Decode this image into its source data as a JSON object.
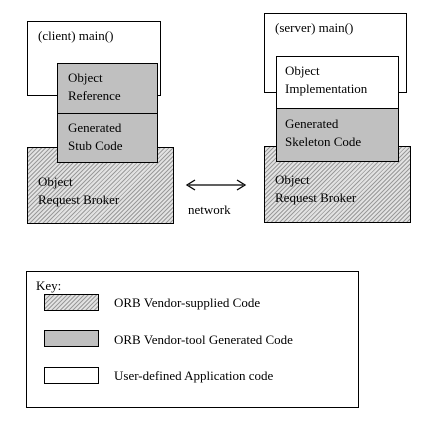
{
  "client": {
    "main_label": "(client) main()",
    "object_reference": "Object\nReference",
    "stub_code": "Generated\nStub Code",
    "orb": "Object\nRequest Broker"
  },
  "server": {
    "main_label": "(server) main()",
    "object_implementation": "Object\nImplementation",
    "skeleton_code": "Generated\nSkeleton Code",
    "orb": "Object\nRequest Broker"
  },
  "network_label": "network",
  "key": {
    "title": "Key:",
    "items": [
      {
        "label": "ORB Vendor-supplied Code",
        "style": "hatched"
      },
      {
        "label": "ORB Vendor-tool Generated Code",
        "style": "gray",
        "color": "#c0c0c0"
      },
      {
        "label": "User-defined Application code",
        "style": "white",
        "color": "#ffffff"
      }
    ]
  }
}
